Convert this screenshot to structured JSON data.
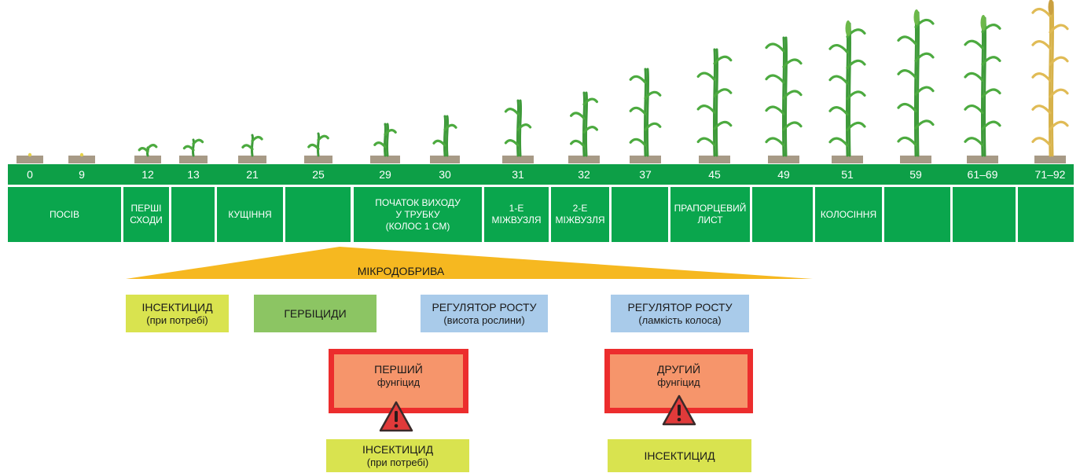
{
  "bbch_codes": [
    "0",
    "9",
    "12",
    "13",
    "21",
    "25",
    "29",
    "30",
    "31",
    "32",
    "37",
    "45",
    "49",
    "51",
    "59",
    "61–69",
    "71–92"
  ],
  "stages": [
    {
      "label": "ПОСІВ"
    },
    {
      "label": "ПЕРШІ\nСХОДИ"
    },
    {
      "label": ""
    },
    {
      "label": "КУЩІННЯ"
    },
    {
      "label": ""
    },
    {
      "label": "ПОЧАТОК ВИХОДУ\nУ ТРУБКУ\n(КОЛОС 1 СМ)"
    },
    {
      "label": "1-Е\nМІЖВУЗЛЯ"
    },
    {
      "label": "2-Е\nМІЖВУЗЛЯ"
    },
    {
      "label": ""
    },
    {
      "label": "ПРАПОРЦЕВИЙ\nЛИСТ"
    },
    {
      "label": ""
    },
    {
      "label": "КОЛОСІННЯ"
    },
    {
      "label": ""
    },
    {
      "label": ""
    },
    {
      "label": ""
    }
  ],
  "microfertilizers": {
    "label": "МІКРОДОБРИВА"
  },
  "treatments": {
    "insecticide_early": {
      "line1": "ІНСЕКТИЦИД",
      "line2": "(при потребі)"
    },
    "herbicides": {
      "line1": "ГЕРБІЦИДИ"
    },
    "growth_regulator_1": {
      "line1": "РЕГУЛЯТОР РОСТУ",
      "line2": "(висота рослини)"
    },
    "growth_regulator_2": {
      "line1": "РЕГУЛЯТОР РОСТУ",
      "line2": "(ламкість колоса)"
    },
    "first_fungicide": {
      "line1": "ПЕРШИЙ",
      "line2": "фунгіцид"
    },
    "second_fungicide": {
      "line1": "ДРУГИЙ",
      "line2": "фунгіцид"
    },
    "insecticide_mid": {
      "line1": "ІНСЕКТИЦИД",
      "line2": "(при потребі)"
    },
    "insecticide_late": {
      "line1": "ІНСЕКТИЦИД"
    }
  },
  "warning_icon": "warning-triangle-icon",
  "colors": {
    "strip": "#0d9f47",
    "stage": "#0aa64d",
    "triangle": "#f6b820",
    "fungicide_border": "#ec2d2d"
  }
}
